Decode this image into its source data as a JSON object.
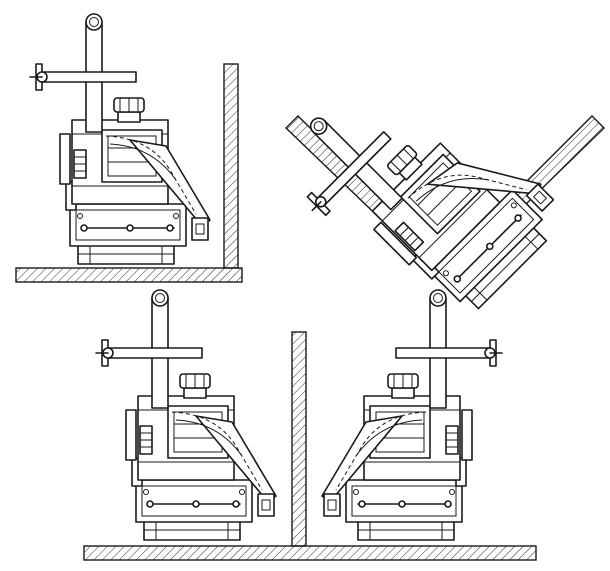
{
  "figure": {
    "kind": "technical line drawing",
    "views": [
      {
        "id": "view-inside-corner",
        "placement": "top-left"
      },
      {
        "id": "view-rotated-45",
        "placement": "top-right"
      },
      {
        "id": "view-left-of-plate",
        "placement": "bottom-left"
      },
      {
        "id": "view-right-of-plate-mirrored",
        "placement": "bottom-right"
      }
    ],
    "colors": {
      "line": "#1a1a1a",
      "background": "#ffffff",
      "hatch": "#1a1a1a"
    }
  }
}
